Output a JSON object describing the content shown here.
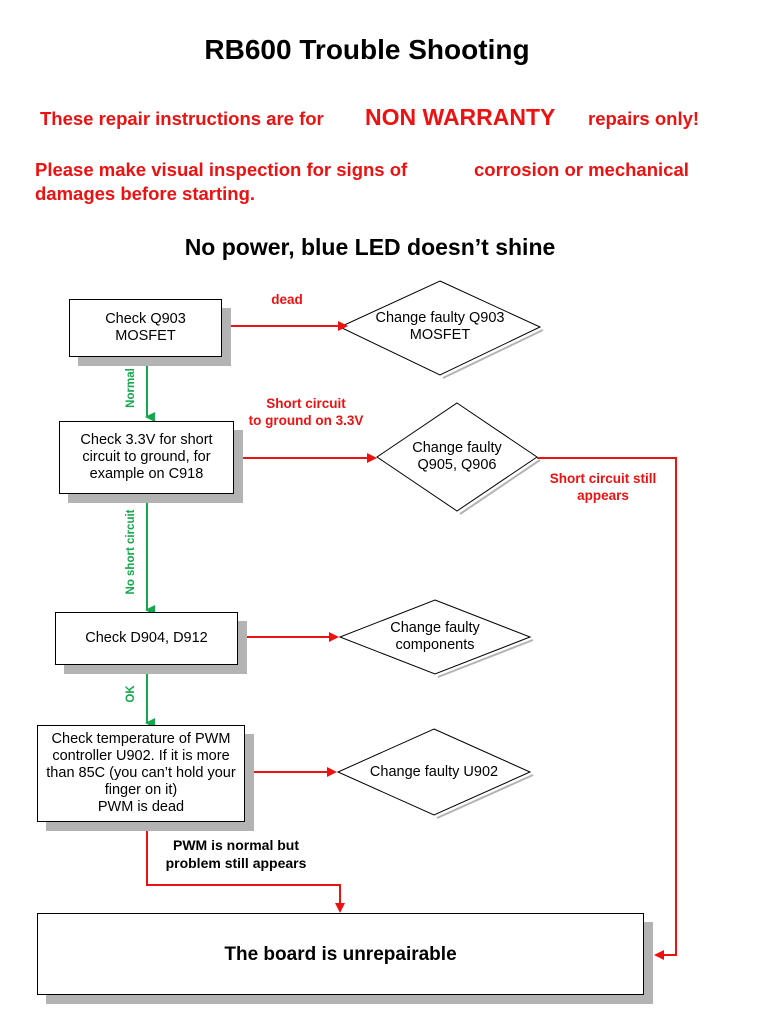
{
  "title": "RB600 Trouble Shooting",
  "warning": {
    "prefix": "These repair instructions are for",
    "emphasis": "NON WARRANTY",
    "suffix": "repairs only!"
  },
  "inspection_note": {
    "line1_left": "Please make visual inspection for signs of",
    "line1_right": "corrosion or mechanical",
    "line2": "damages before starting."
  },
  "subtitle": "No power, blue LED doesn’t shine",
  "steps": {
    "check_q903": "Check Q903\nMOSFET",
    "check_3v3": "Check 3.3V for short\ncircuit to ground, for\nexample on C918",
    "check_d904": "Check D904, D912",
    "check_pwm": "Check temperature of PWM\ncontroller U902. If it is more\nthan 85C (you can’t hold your\nfinger on it)\nPWM is dead",
    "final": "The board is unrepairable"
  },
  "actions": {
    "change_q903": "Change faulty Q903\nMOSFET",
    "change_q905": "Change faulty\nQ905, Q906",
    "change_components": "Change faulty\ncomponents",
    "change_u902": "Change faulty U902"
  },
  "branch_labels": {
    "dead": "dead",
    "short_circuit": "Short circuit\nto ground on 3.3V",
    "short_still": "Short circuit still\nappears",
    "normal": "Normal",
    "no_short": "No short circuit",
    "ok": "OK",
    "pwm_normal": "PWM is normal but\nproblem still appears"
  },
  "colors": {
    "red": "#ee1111",
    "green": "#13a84b",
    "shadow": "#b3b3b3"
  }
}
